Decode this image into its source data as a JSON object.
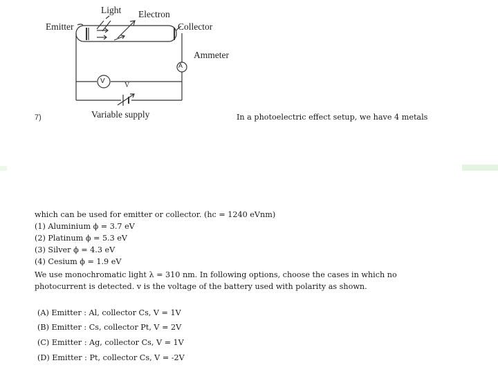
{
  "diagram": {
    "label_light": "Light",
    "label_electron": "Electron",
    "label_emitter": "Emitter",
    "label_collector": "Collector",
    "label_ammeter": "Ammeter",
    "symbol_ammeter": "A",
    "symbol_voltmeter": "V",
    "symbol_v": "V",
    "label_supply": "Variable supply"
  },
  "question": {
    "number": "7)",
    "intro": "In a photoelectric effect setup, we have 4 metals",
    "line1": "which can be used for emitter or collector. (hc = 1240 eVnm)",
    "metals": [
      "(1) Aluminium ϕ = 3.7 eV",
      "(2) Platinum ϕ = 5.3 eV",
      "(3) Silver ϕ = 4.3 eV",
      "(4) Cesium ϕ = 1.9 eV"
    ],
    "line2": "We use monochromatic light λ = 310 nm. In following options, choose the cases in which no",
    "line3": "photocurrent is detected. v is the voltage of the battery used with polarity as shown.",
    "options": [
      "(A) Emitter : Al, collector Cs, V = 1V",
      "(B) Emitter : Cs, collector Pt, V = 2V",
      "(C) Emitter : Ag, collector Cs, V = 1V",
      "(D) Emitter : Pt, collector Cs, V = -2V"
    ]
  }
}
